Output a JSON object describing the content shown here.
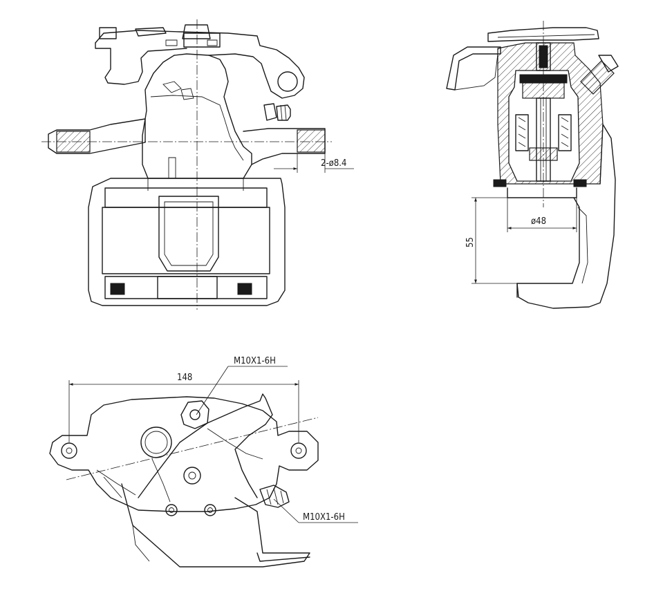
{
  "dimensions": {
    "hole_spec": "2-ø8.4",
    "piston_diameter": "ø48",
    "height": "55",
    "width": "148",
    "thread_top": "M10X1-6H",
    "thread_bottom": "M10X1-6H"
  },
  "colors": {
    "line": "#1a1a1a",
    "background": "#ffffff"
  }
}
